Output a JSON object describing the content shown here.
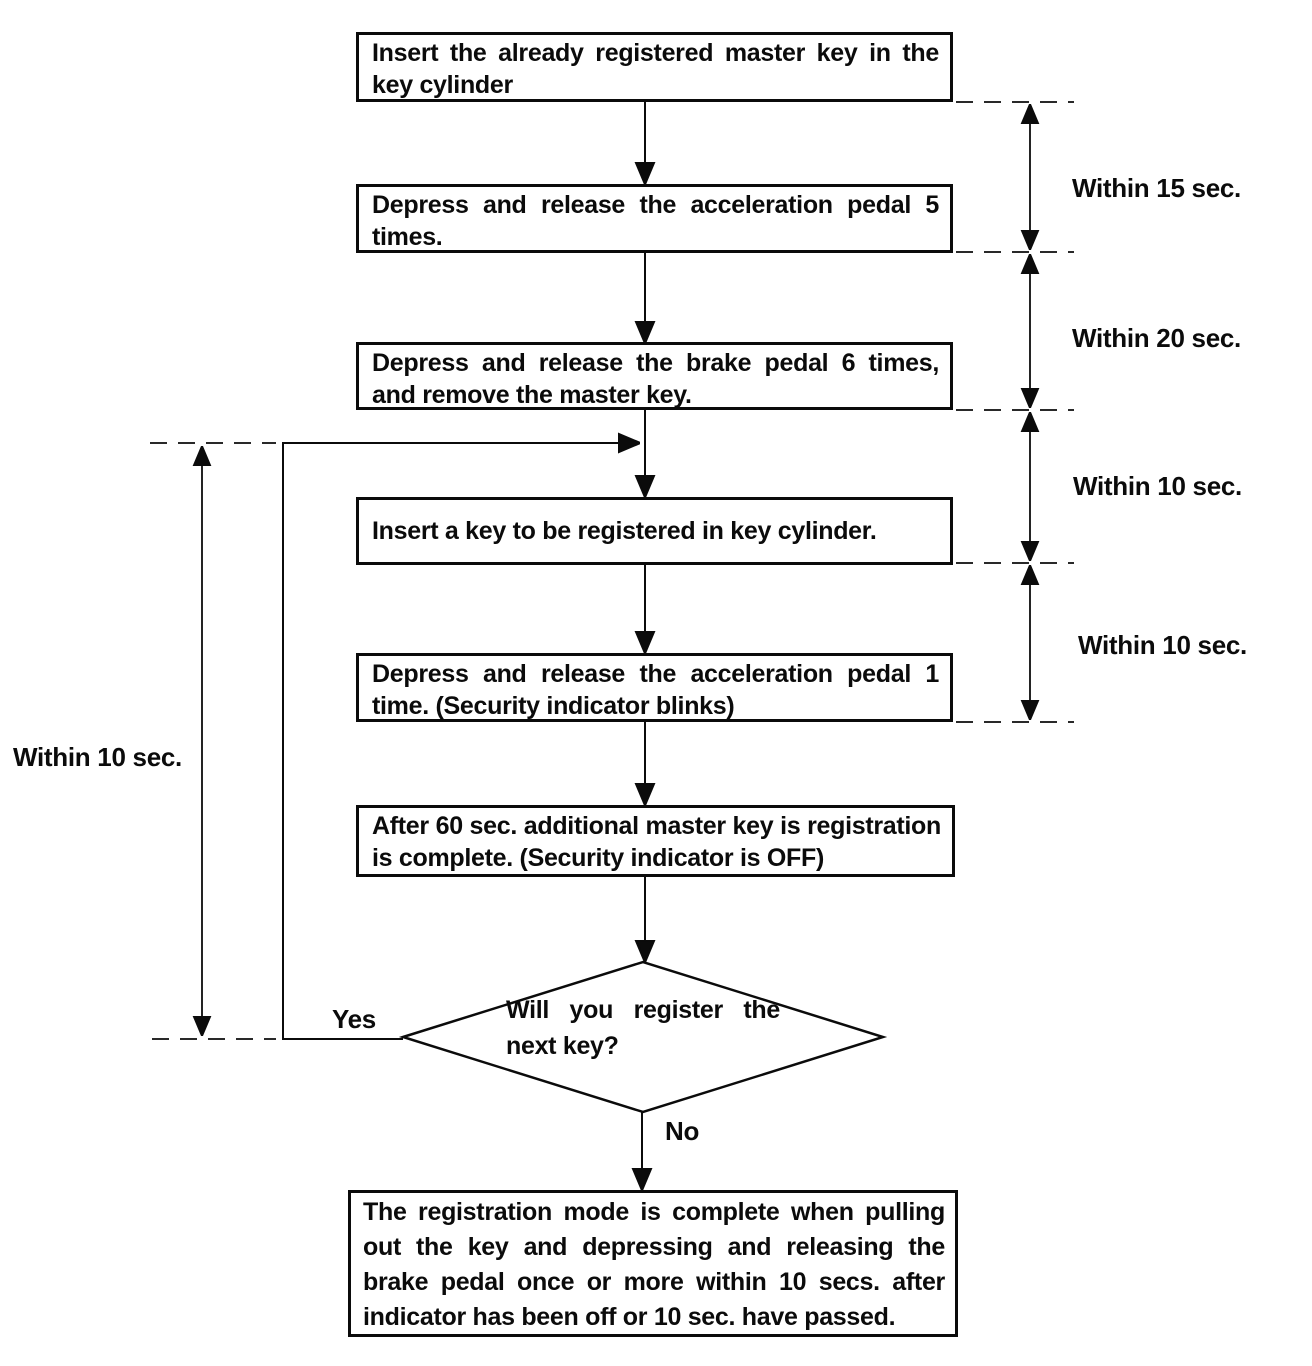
{
  "flowchart": {
    "boxes": [
      {
        "name": "insert-master-key",
        "lines": [
          "Insert the already registered master key in the",
          "key cylinder"
        ]
      },
      {
        "name": "accel-pedal-5-times",
        "lines": [
          "Depress and release the acceleration pedal 5",
          "times."
        ]
      },
      {
        "name": "brake-pedal-6-times",
        "lines": [
          "Depress and release the brake pedal 6 times,",
          "and remove the master key."
        ]
      },
      {
        "name": "insert-key-to-register",
        "lines": [
          "Insert a key to be registered in key cylinder."
        ]
      },
      {
        "name": "accel-pedal-1-time",
        "lines": [
          "Depress and release the acceleration pedal 1",
          "time. (Security indicator blinks)"
        ]
      },
      {
        "name": "additional-key-registered",
        "lines": [
          "After 60 sec. additional master key is registration",
          "is complete. (Security indicator is OFF)"
        ]
      },
      {
        "name": "registration-mode-complete",
        "lines": [
          "The registration mode is complete when pulling",
          "out the key and depressing and releasing the",
          "brake pedal once or more within 10 secs. after",
          "indicator has been off or 10 sec. have passed."
        ]
      }
    ],
    "decision": {
      "lines": [
        "Will you register the",
        "next key?"
      ],
      "yes_label": "Yes",
      "no_label": "No"
    },
    "timing": {
      "right": [
        {
          "label": "Within 15 sec."
        },
        {
          "label": "Within 20 sec."
        },
        {
          "label": "Within 10 sec."
        },
        {
          "label": "Within 10 sec."
        }
      ],
      "left_label": "Within 10 sec."
    },
    "colors": {
      "line": "#0b0b0b",
      "background": "#ffffff"
    }
  }
}
